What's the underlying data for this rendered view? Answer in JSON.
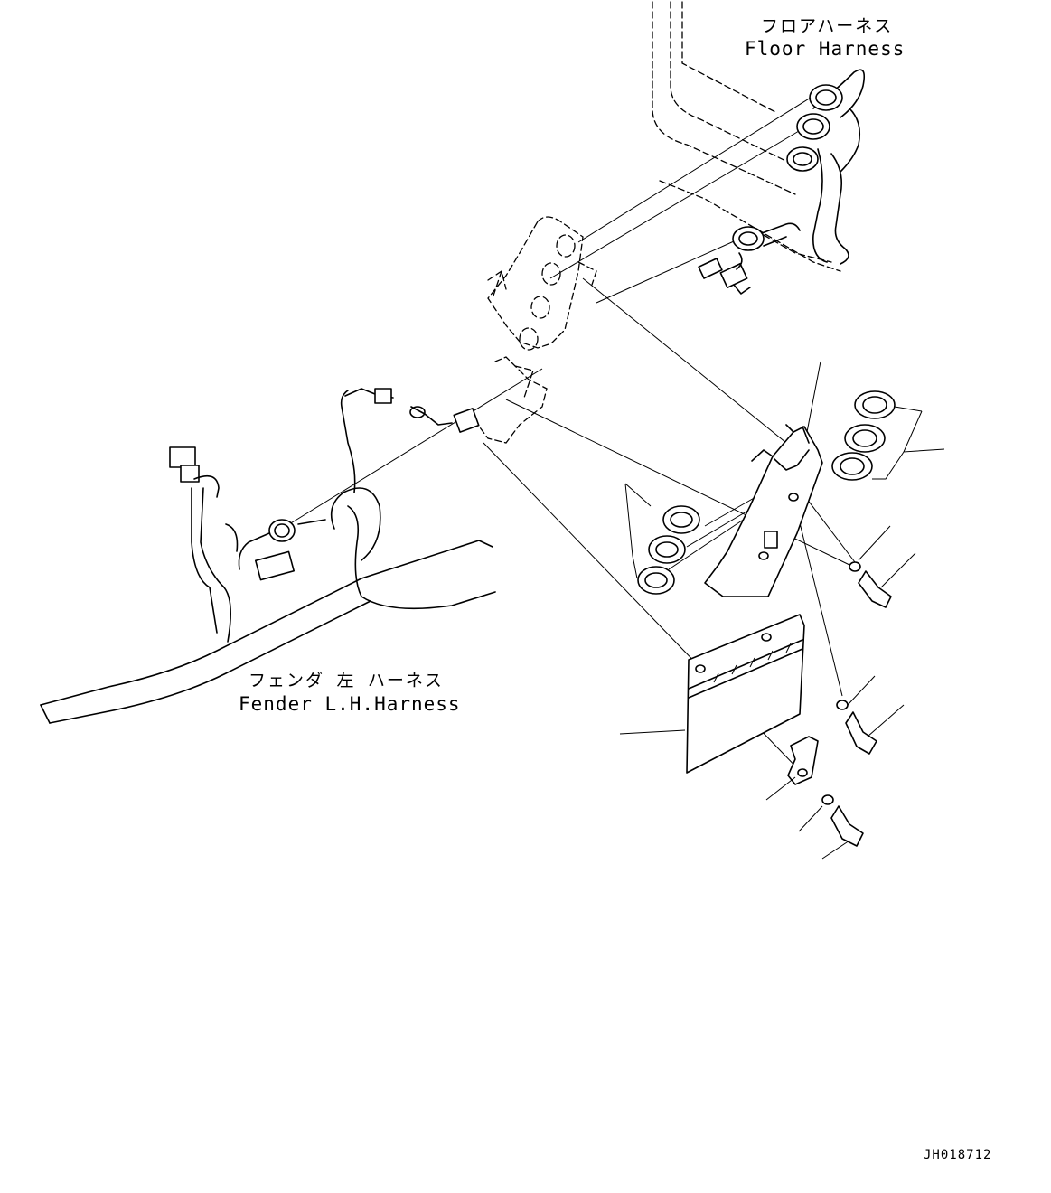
{
  "labels": {
    "floor_harness_jp": "フロアハーネス",
    "floor_harness_en": "Floor Harness",
    "fender_harness_jp": "フェンダ 左 ハーネス",
    "fender_harness_en": "Fender L.H.Harness",
    "drawing_code": "JH018712"
  }
}
